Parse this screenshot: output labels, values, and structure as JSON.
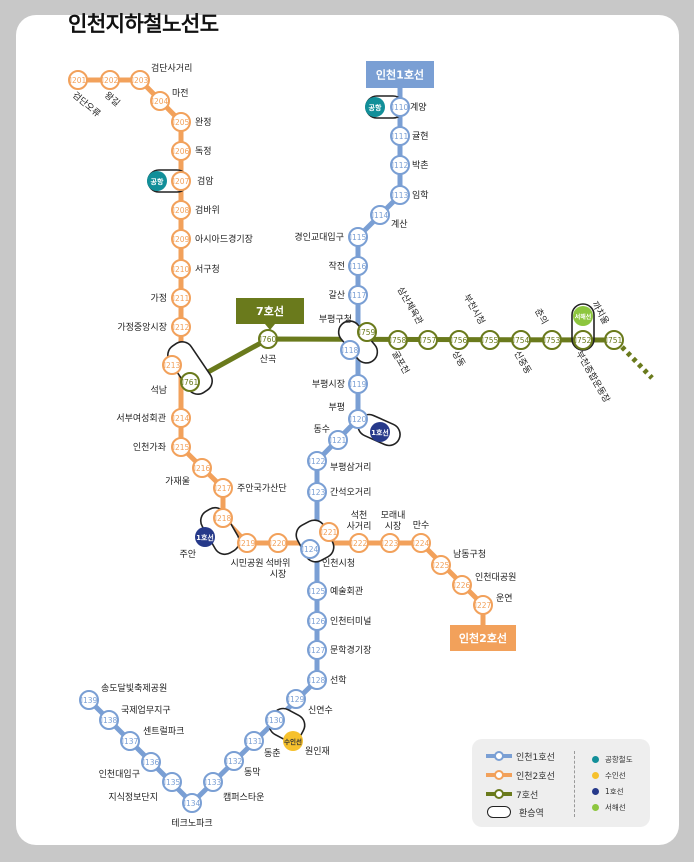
{
  "title": "인천지하철노선도",
  "colors": {
    "line1": "#7a9fd4",
    "line2": "#f2a15b",
    "line7": "#6a7a1c",
    "airport": "#128f99",
    "suin": "#f6c12d",
    "seoul1": "#26398a",
    "seohae": "#8dc63f"
  },
  "line_badges": {
    "line1": "인천1호선",
    "line2": "인천2호선",
    "line7": "7호선"
  },
  "transfer_badges": {
    "airport": "공항",
    "suin": "수인선",
    "seoul1": "1호선",
    "seohae": "서해선"
  },
  "line1_stations": [
    {
      "code": "I110",
      "name": "계양"
    },
    {
      "code": "I111",
      "name": "귤현"
    },
    {
      "code": "I112",
      "name": "박촌"
    },
    {
      "code": "I113",
      "name": "임학"
    },
    {
      "code": "I114",
      "name": "계산"
    },
    {
      "code": "I115",
      "name": "경인교대입구"
    },
    {
      "code": "I116",
      "name": "작전"
    },
    {
      "code": "I117",
      "name": "갈산"
    },
    {
      "code": "I118",
      "name": "부평구청"
    },
    {
      "code": "I119",
      "name": "부평시장"
    },
    {
      "code": "I120",
      "name": "부평"
    },
    {
      "code": "I121",
      "name": "동수"
    },
    {
      "code": "I122",
      "name": "부평삼거리"
    },
    {
      "code": "I123",
      "name": "간석오거리"
    },
    {
      "code": "I124",
      "name": "인천시청"
    },
    {
      "code": "I125",
      "name": "예술회관"
    },
    {
      "code": "I126",
      "name": "인천터미널"
    },
    {
      "code": "I127",
      "name": "문학경기장"
    },
    {
      "code": "I128",
      "name": "선학"
    },
    {
      "code": "I129",
      "name": "신연수"
    },
    {
      "code": "I130",
      "name": "원인재"
    },
    {
      "code": "I131",
      "name": "동춘"
    },
    {
      "code": "I132",
      "name": "동막"
    },
    {
      "code": "I133",
      "name": "캠퍼스타운"
    },
    {
      "code": "I134",
      "name": "테크노파크"
    },
    {
      "code": "I135",
      "name": "지식정보단지"
    },
    {
      "code": "I136",
      "name": "인천대입구"
    },
    {
      "code": "I137",
      "name": "센트럴파크"
    },
    {
      "code": "I138",
      "name": "국제업무지구"
    },
    {
      "code": "I139",
      "name": "송도달빛축제공원"
    }
  ],
  "line2_stations": [
    {
      "code": "I201",
      "name": "검단오류"
    },
    {
      "code": "I202",
      "name": "왕길"
    },
    {
      "code": "I203",
      "name": "검단사거리"
    },
    {
      "code": "I204",
      "name": "마전"
    },
    {
      "code": "I205",
      "name": "완정"
    },
    {
      "code": "I206",
      "name": "독정"
    },
    {
      "code": "I207",
      "name": "검암"
    },
    {
      "code": "I208",
      "name": "검바위"
    },
    {
      "code": "I209",
      "name": "아시아드경기장"
    },
    {
      "code": "I210",
      "name": "서구청"
    },
    {
      "code": "I211",
      "name": "가정"
    },
    {
      "code": "I212",
      "name": "가정중앙시장"
    },
    {
      "code": "I213",
      "name": "석남"
    },
    {
      "code": "I214",
      "name": "서부여성회관"
    },
    {
      "code": "I215",
      "name": "인천가좌"
    },
    {
      "code": "I216",
      "name": "가재울"
    },
    {
      "code": "I217",
      "name": "주안국가산단"
    },
    {
      "code": "I218",
      "name": "주안"
    },
    {
      "code": "I219",
      "name": "시민공원"
    },
    {
      "code": "I220",
      "name": "석바위\n시장"
    },
    {
      "code": "I221",
      "name": "인천시청"
    },
    {
      "code": "I222",
      "name": "석천\n사거리"
    },
    {
      "code": "I223",
      "name": "모래내\n시장"
    },
    {
      "code": "I224",
      "name": "만수"
    },
    {
      "code": "I225",
      "name": "남동구청"
    },
    {
      "code": "I226",
      "name": "인천대공원"
    },
    {
      "code": "I227",
      "name": "운연"
    }
  ],
  "line7_stations": [
    {
      "code": "I760",
      "name": "산곡"
    },
    {
      "code": "I759",
      "name": "부평구청"
    },
    {
      "code": "I758",
      "name": "굴포천"
    },
    {
      "code": "I757",
      "name": "삼산체육관"
    },
    {
      "code": "I756",
      "name": "상동"
    },
    {
      "code": "I755",
      "name": "부천시청"
    },
    {
      "code": "I754",
      "name": "신중동"
    },
    {
      "code": "I753",
      "name": "춘의"
    },
    {
      "code": "I752",
      "name": "부천종합운동장"
    },
    {
      "code": "I751",
      "name": "까치울"
    },
    {
      "code": "I761",
      "name": ""
    }
  ],
  "legend": {
    "line1": "인천1호선",
    "line2": "인천2호선",
    "line7": "7호선",
    "transfer": "환승역",
    "airport": "공항철도",
    "suin": "수인선",
    "seoul1": "1호선",
    "seohae": "서해선"
  }
}
